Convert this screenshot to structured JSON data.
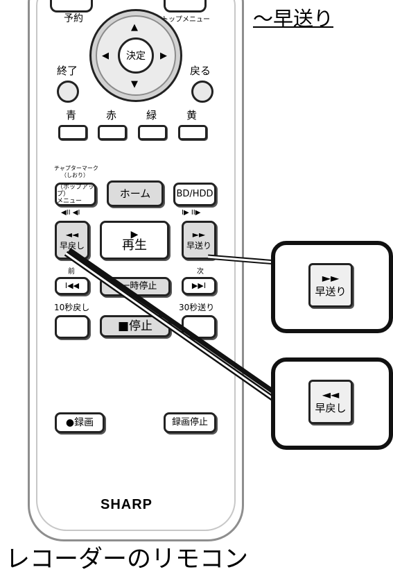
{
  "page": {
    "title": "～早送り",
    "caption": "レコーダーのリモコン"
  },
  "remote": {
    "brand": "SHARP",
    "buttons": {
      "reservation": "予約",
      "top_menu": "トップメニュー",
      "decide": "決定",
      "end": "終了",
      "back": "戻る",
      "colors": [
        "青",
        "赤",
        "緑",
        "黄"
      ],
      "chapter_mark": "チャプターマーク",
      "chapter_sub": "（しおり）",
      "popup": "（ポップアップ）\nメニュー",
      "home": "ホーム",
      "bd_hdd": "BD/HDD",
      "rewind": "早戻し",
      "play": "再生",
      "fast_forward": "早送り",
      "prev": "前",
      "next": "次",
      "pause": "一時停止",
      "back10": "10秒戻し",
      "skip30": "30秒送り",
      "stop": "■停止",
      "record": "●録画",
      "record_stop": "録画停止"
    }
  },
  "callouts": {
    "fast_forward_label": "早送り",
    "rewind_label": "早戻し"
  },
  "icons": {
    "up": "▲",
    "down": "▼",
    "left": "◀",
    "right": "▶",
    "fast_forward": "►►",
    "rewind": "◄◄"
  }
}
